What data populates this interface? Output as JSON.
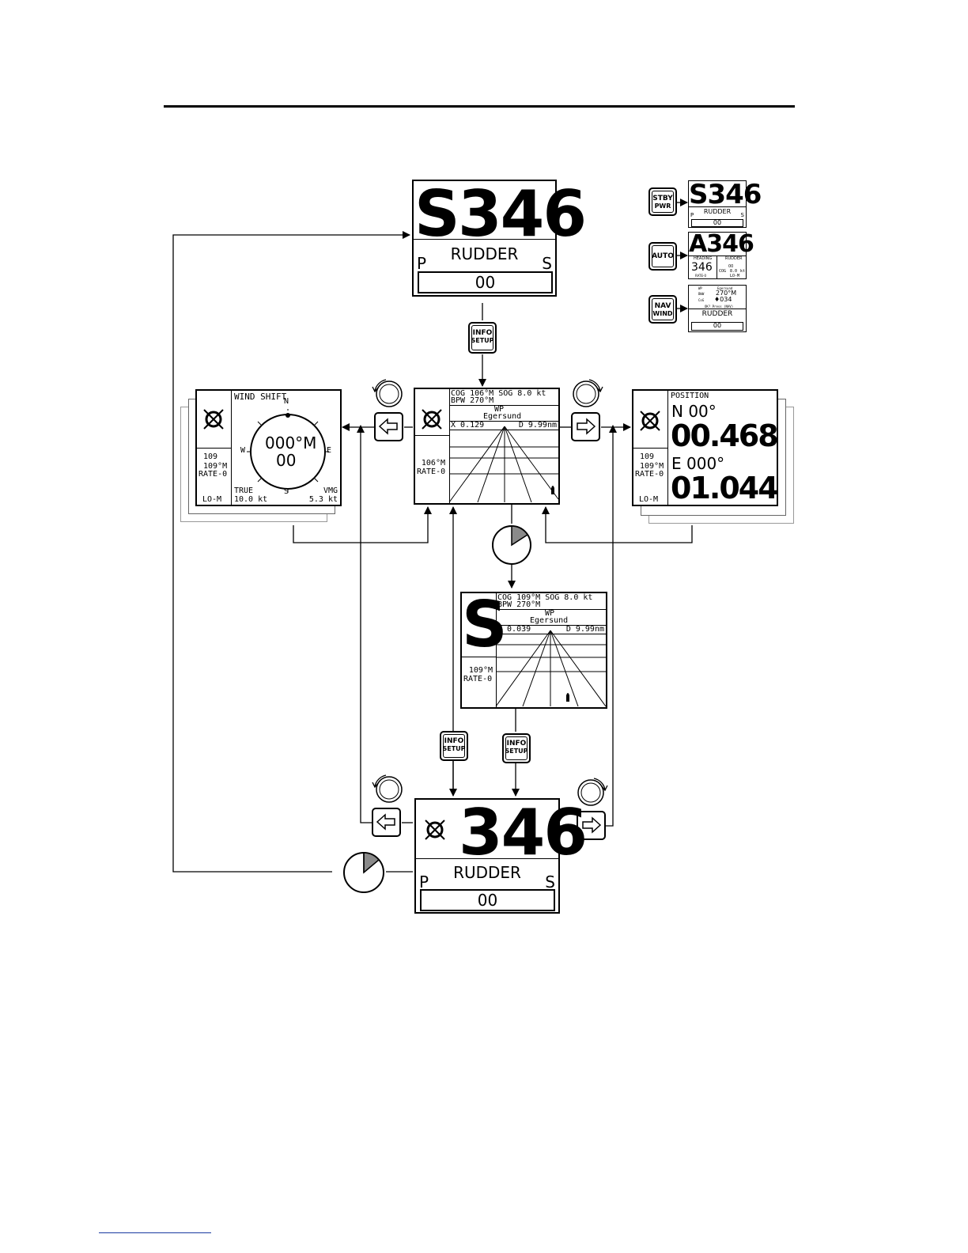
{
  "stby_screen": {
    "mode": "S",
    "heading": "346",
    "label": "RUDDER",
    "port": "P",
    "stbd": "S",
    "value": "00"
  },
  "keys": {
    "info": [
      "INFO",
      "SETUP"
    ],
    "stby": [
      "STBY",
      "PWR"
    ],
    "auto": "AUTO",
    "nav": [
      "NAV",
      "WIND"
    ]
  },
  "legend": {
    "stby_thumb": {
      "heading": "S346",
      "label": "RUDDER",
      "port": "P",
      "stbd": "S",
      "value": "00"
    },
    "auto_thumb": {
      "heading": "A346",
      "left_label": "HEADING",
      "right_label": "RUDDER",
      "value": "346",
      "rate": "RATE-0",
      "cog": "COG",
      "sog": "8.0",
      "unit": "kt",
      "lo": "LO-M",
      "small": "00"
    },
    "nav_thumb": {
      "wp": "WP",
      "wp_name": "Egersund",
      "bpw": "BWW",
      "bpw_val": "270°M",
      "cog": "CoG",
      "cog_val": "♦034",
      "prompt": "OK? Press (NAV)",
      "label": "RUDDER",
      "value": "00"
    }
  },
  "wind_screen": {
    "title": "WIND SHIFT",
    "n": "N",
    "e": "E",
    "s": "S",
    "w": "W",
    "shift": "000°M",
    "small": "00",
    "hdg1": "109",
    "hdg2": "109°M",
    "rate": "RATE-0",
    "true_label": "TRUE",
    "true_val": "10.0 kt",
    "vmg_label": "VMG",
    "vmg_val": "5.3 kt",
    "lo": "LO-M"
  },
  "nav_screen": {
    "line1": "COG 106°M SOG  8.0 kt",
    "line2": "BPW 270°M",
    "wp": "WP",
    "wp_name": "Egersund",
    "xte": "X 0.129",
    "dist": "D  9.99nm",
    "hdg": "106°M",
    "rate": "RATE-0"
  },
  "pos_screen": {
    "title": "POSITION",
    "lat_hdr": "N   00°",
    "lat": "00.468",
    "lon_hdr": "E 000°",
    "lon": "01.044",
    "hdg1": "109",
    "hdg2": "109°M",
    "rate": "RATE-0",
    "lo": "LO-M"
  },
  "nav2_screen": {
    "mode": "S",
    "line1": "COG 109°M SOG  8.0 kt",
    "line2": "BPW 270°M",
    "wp": "WP",
    "wp_name": "Egersund",
    "xte": "X 0.039",
    "dist": "D  9.99nm",
    "hdg": "109°M",
    "rate": "RATE-0"
  },
  "bottom_screen": {
    "heading": "346",
    "label": "RUDDER",
    "port": "P",
    "stbd": "S",
    "value": "00"
  }
}
